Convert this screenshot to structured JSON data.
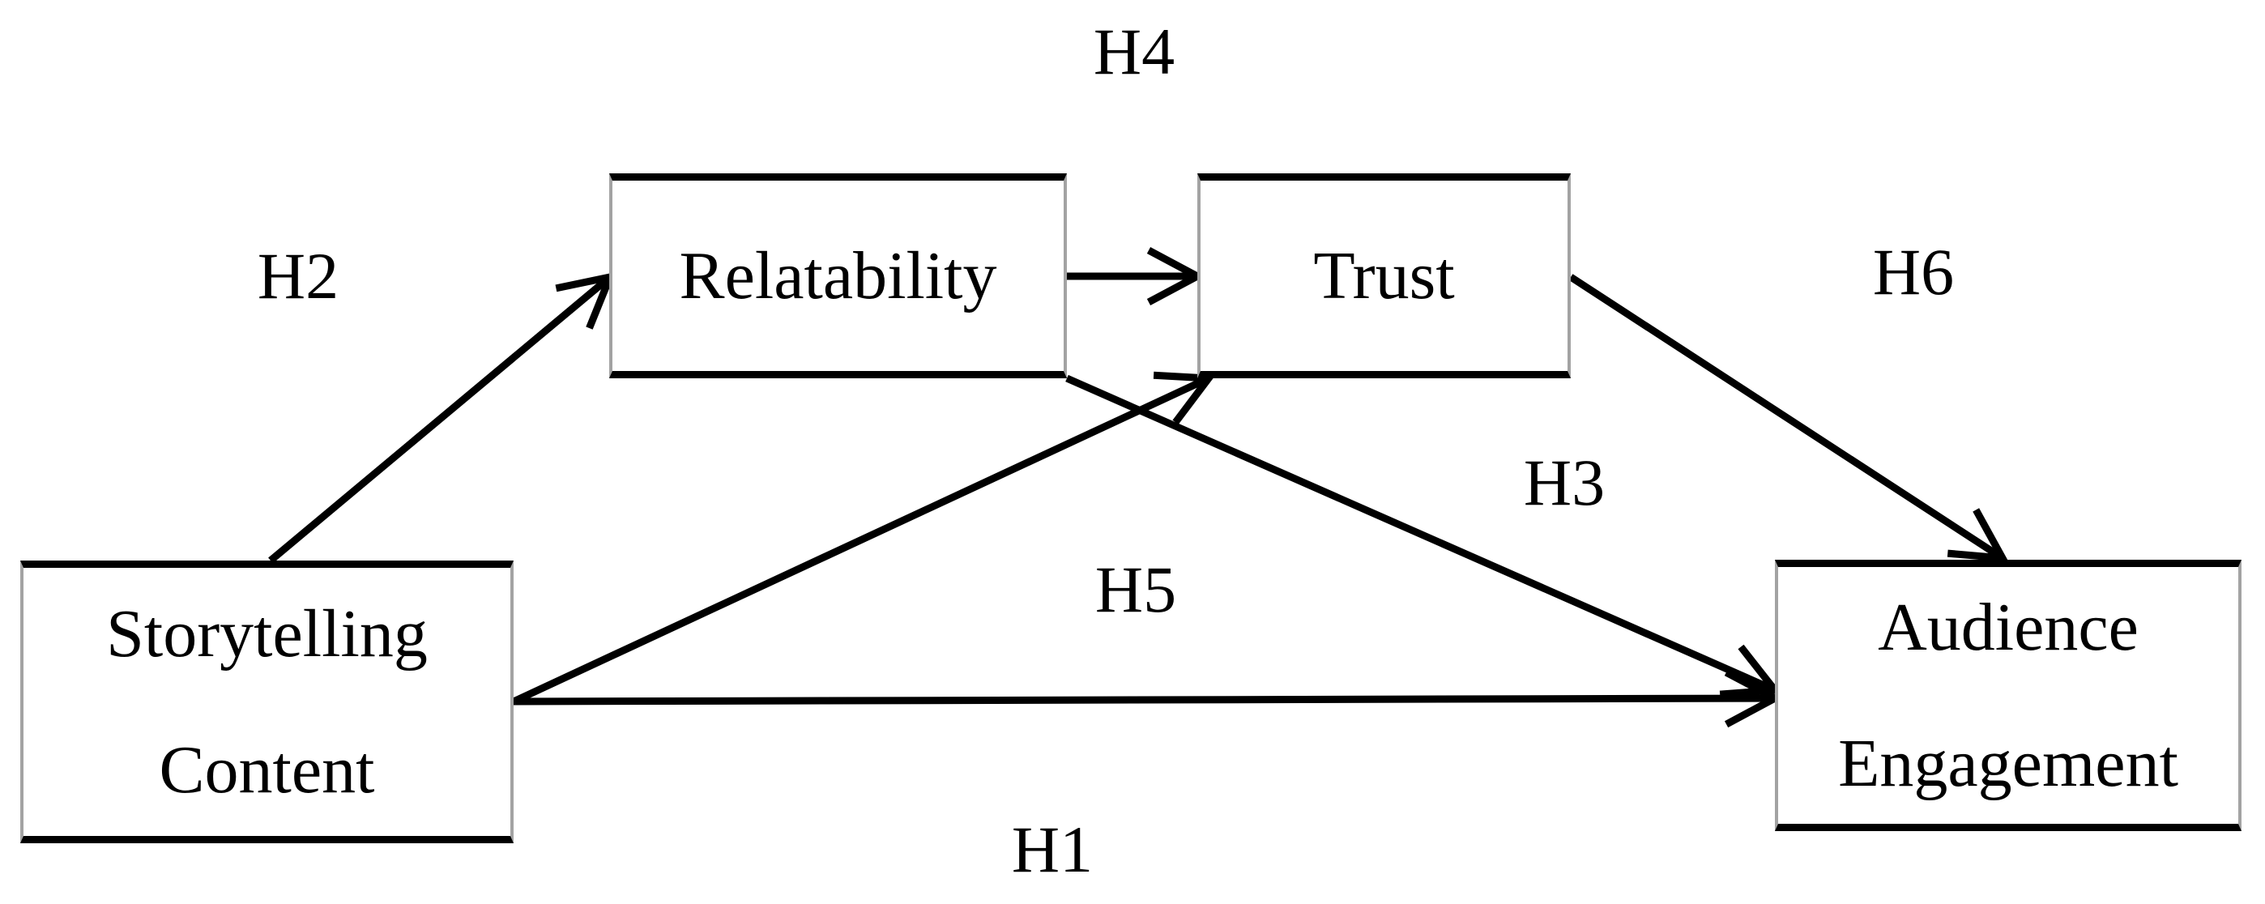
{
  "diagram": {
    "background_color": "#ffffff",
    "line_color": "#000000",
    "text_color": "#000000"
  },
  "nodes": {
    "storytelling": {
      "line1": "Storytelling",
      "line2": "Content"
    },
    "relatability": {
      "line1": "Relatability"
    },
    "trust": {
      "line1": "Trust"
    },
    "audience": {
      "line1": "Audience",
      "line2": "Engagement"
    }
  },
  "hypotheses": {
    "h1": "H1",
    "h2": "H2",
    "h3": "H3",
    "h4": "H4",
    "h5": "H5",
    "h6": "H6"
  },
  "edges": [
    {
      "label": "H2",
      "from": "Storytelling Content",
      "to": "Relatability"
    },
    {
      "label": "H4",
      "from": "Relatability",
      "to": "Trust"
    },
    {
      "label": "H5",
      "from": "Storytelling Content",
      "to": "Trust"
    },
    {
      "label": "H1",
      "from": "Storytelling Content",
      "to": "Audience Engagement"
    },
    {
      "label": "H3",
      "from": "Relatability",
      "to": "Audience Engagement"
    },
    {
      "label": "H6",
      "from": "Trust",
      "to": "Audience Engagement"
    }
  ]
}
